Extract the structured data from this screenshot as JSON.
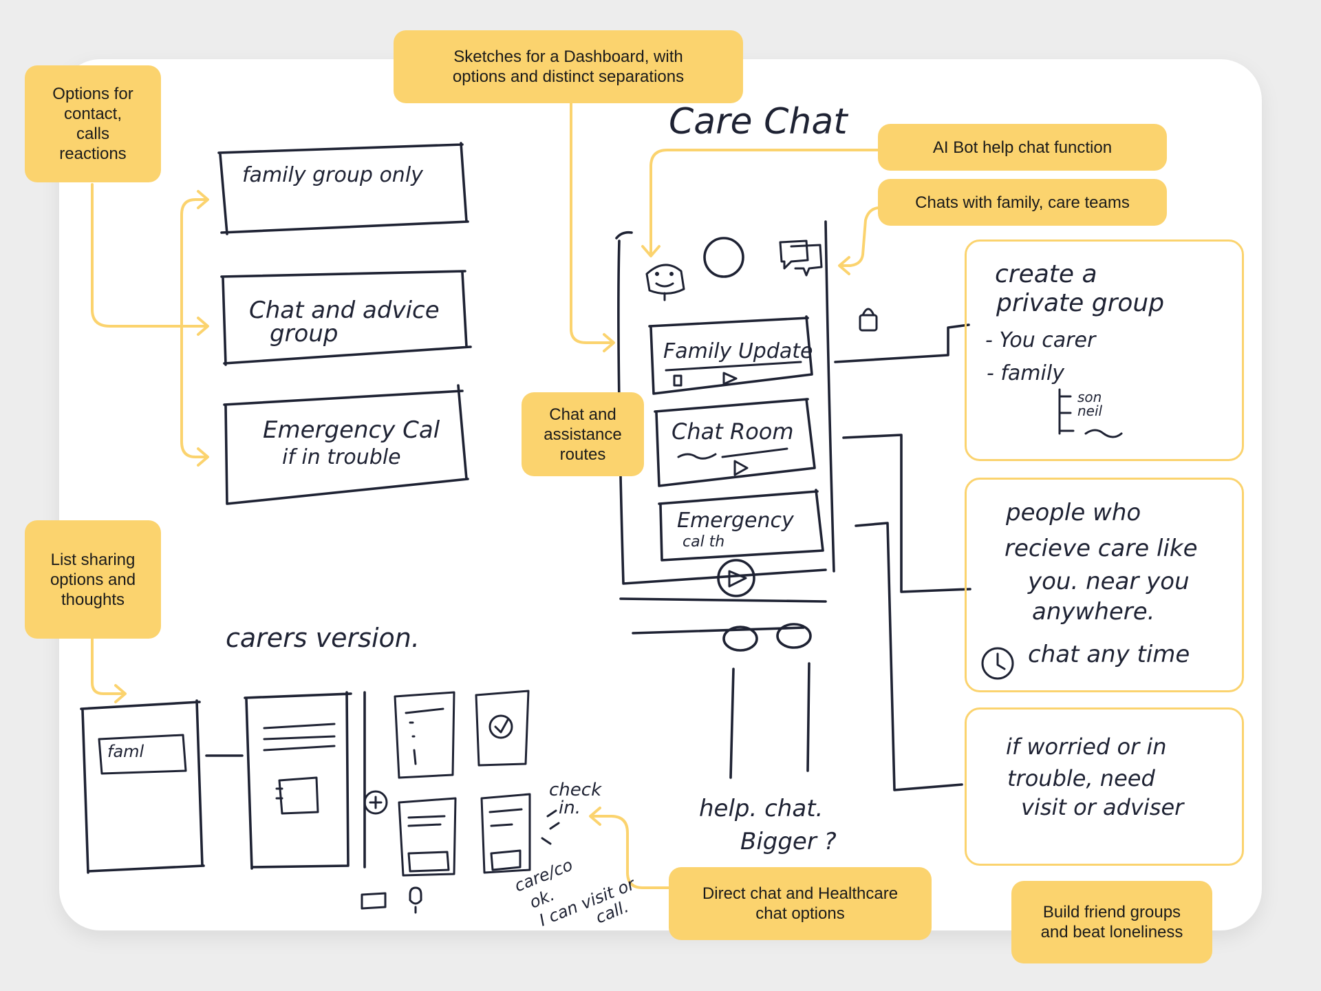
{
  "colors": {
    "note_fill": "#fbd36e",
    "ink": "#1e2233",
    "board": "#ffffff",
    "background": "#ededed"
  },
  "sticky_notes": {
    "options_contact": "Options for\ncontact,\ncalls\nreactions",
    "dashboard_sketches": "Sketches for a Dashboard, with\noptions and distinct separations",
    "ai_bot": "AI Bot help chat function",
    "chats_family": "Chats with family, care teams",
    "chat_routes": "Chat and\nassistance\nroutes",
    "list_sharing": "List sharing\noptions and\nthoughts",
    "direct_chat": "Direct chat and Healthcare\nchat options",
    "friend_groups": "Build friend groups\nand beat loneliness"
  },
  "sketch": {
    "title": "Care Chat",
    "box_family_group": "family group only",
    "box_chat_advice_1": "Chat and advice",
    "box_chat_advice_2": "group",
    "box_emergency_1": "Emergency Cal",
    "box_emergency_2": "if in trouble",
    "phone_family_update": "Family Update",
    "phone_chat_room": "Chat Room",
    "phone_emergency_1": "Emergency",
    "phone_emergency_2": "cal th",
    "private_1": "create a",
    "private_2": "private group",
    "private_3": "- You carer",
    "private_4": "- family",
    "private_5": "son",
    "private_6": "neil",
    "people_1": "people who",
    "people_2": "recieve care like",
    "people_3": "you. near you",
    "people_4": "anywhere.",
    "people_5": "chat any time",
    "worried_1": "if worried or in",
    "worried_2": "trouble, need",
    "worried_3": "visit or adviser",
    "help_1": "help. chat.",
    "help_2": "Bigger ?",
    "carers": "carers version.",
    "fam": "faml",
    "check_1": "check",
    "check_2": "in.",
    "careful_1": "care/co",
    "careful_2": "ok.",
    "careful_3": "I can visit or",
    "careful_4": "call."
  }
}
